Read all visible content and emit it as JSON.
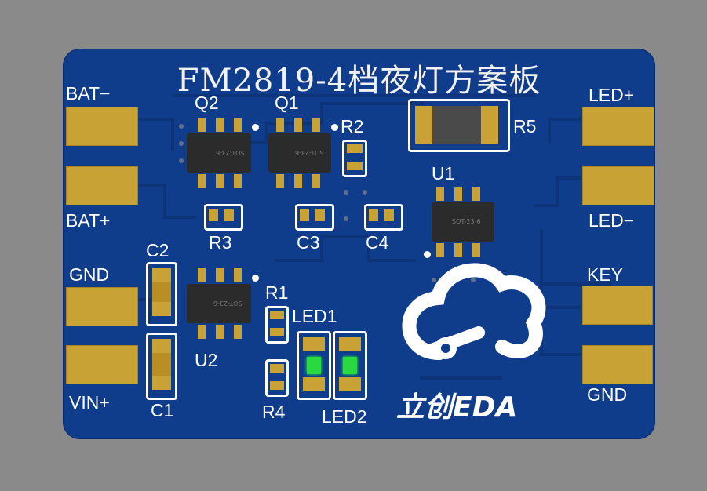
{
  "board": {
    "title": "FM2819-4档夜灯方案板"
  },
  "left_labels": {
    "bat_minus": "BAT−",
    "bat_plus": "BAT+",
    "gnd": "GND",
    "vin_plus": "VIN+"
  },
  "right_labels": {
    "led_plus": "LED+",
    "led_minus": "LED−",
    "key": "KEY",
    "gnd": "GND"
  },
  "designators": {
    "q2": "Q2",
    "q1": "Q1",
    "r2": "R2",
    "r5": "R5",
    "u1": "U1",
    "r3": "R3",
    "c3": "C3",
    "c4": "C4",
    "c2": "C2",
    "c1": "C1",
    "u2": "U2",
    "r1": "R1",
    "r4": "R4",
    "led1": "LED1",
    "led2": "LED2"
  },
  "chip_marking": "SOT-23-6",
  "logo": {
    "text": "立创EDA"
  },
  "colors": {
    "pcb": "#103c8c",
    "silkscreen": "#ffffff",
    "pad": "#c9a236",
    "led": "#29d940",
    "background": "#8a8a8a"
  }
}
